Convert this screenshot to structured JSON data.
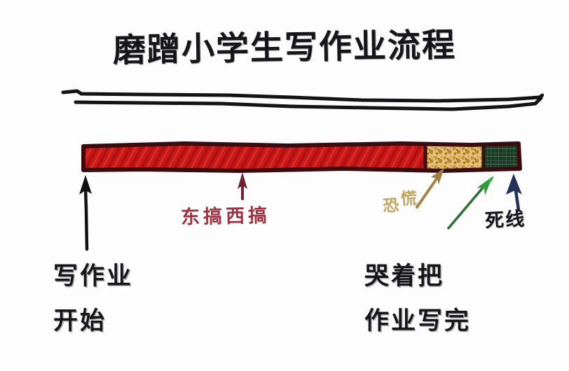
{
  "meme": {
    "title": "磨蹭小学生写作业流程",
    "background_color": "#fdfdfd"
  },
  "progress_bar": {
    "start_x_pct": 0,
    "segments": [
      {
        "name": "procrastination",
        "label": "东搞西搞",
        "color": "#cc1818",
        "stroke_color": "#8a0f12",
        "texture": "diagonal-hatch",
        "width_pct": 77.8
      },
      {
        "name": "panic",
        "label": "恐慌",
        "color": "#d9a648",
        "stroke_color": "#7a5a1e",
        "texture": "scribble",
        "width_pct": 13.0
      },
      {
        "name": "deadline",
        "label": "死线",
        "color": "#1d3a28",
        "stroke_color": "#0d1f14",
        "texture": "cross-hatch-grid",
        "width_pct": 9.2
      }
    ]
  },
  "annotations": [
    {
      "name": "start-marker",
      "text_line_1": "写作业",
      "text_line_2": "开始",
      "arrow_color": "#111114",
      "arrow_direction": "up"
    },
    {
      "name": "middle-marker",
      "text": "东搞西搞",
      "arrow_color": "#6d2230",
      "arrow_direction": "up"
    },
    {
      "name": "panic-marker",
      "text": "恐慌",
      "arrow_color": "#b09352",
      "arrow_direction": "up-right"
    },
    {
      "name": "finish-marker",
      "text_line_1": "哭着把",
      "text_line_2": "作业写完",
      "arrow_color": "#2e9c3a",
      "arrow_direction": "up-right"
    },
    {
      "name": "deadline-marker",
      "text": "死线",
      "arrow_color": "#233257",
      "arrow_direction": "up"
    }
  ],
  "labels": {
    "middle_red": "东搞西搞",
    "panic_char_1": "恐",
    "panic_char_2": "慌",
    "deadline": "死线",
    "start_line_1": "写作业",
    "start_line_2": "开始",
    "finish_line_1": "哭着把",
    "finish_line_2": "作业写完"
  },
  "colors": {
    "red_segment": "#cc1818",
    "tan_segment": "#d9a648",
    "green_segment": "#1d3a28",
    "ink": "#15151a",
    "maroon_text": "#9c3242",
    "tan_text": "#c2a661",
    "green_arrow": "#2e9c3a",
    "navy_arrow": "#233257"
  }
}
